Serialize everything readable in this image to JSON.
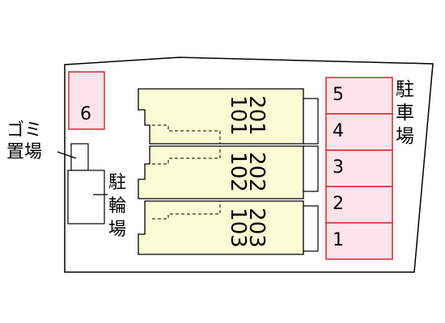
{
  "parking": {
    "label_lines": [
      "駐",
      "車",
      "場"
    ],
    "spaces": [
      "5",
      "4",
      "3",
      "2",
      "1"
    ]
  },
  "garbage": {
    "label_lines": [
      "ゴミ",
      "置場"
    ]
  },
  "bicycle": {
    "label_lines": [
      "駐",
      "輪",
      "場"
    ]
  },
  "extra_space": {
    "label": "6"
  },
  "building": {
    "rows": [
      {
        "upper": "201",
        "lower": "101"
      },
      {
        "upper": "202",
        "lower": "102"
      },
      {
        "upper": "203",
        "lower": "103"
      }
    ]
  },
  "colors": {
    "lot_fill": "#ffffff",
    "building_fill": "#fbfbd4",
    "parking_fill": "#fde4ec",
    "parking_border": "#d9262e",
    "outline": "#000000"
  }
}
